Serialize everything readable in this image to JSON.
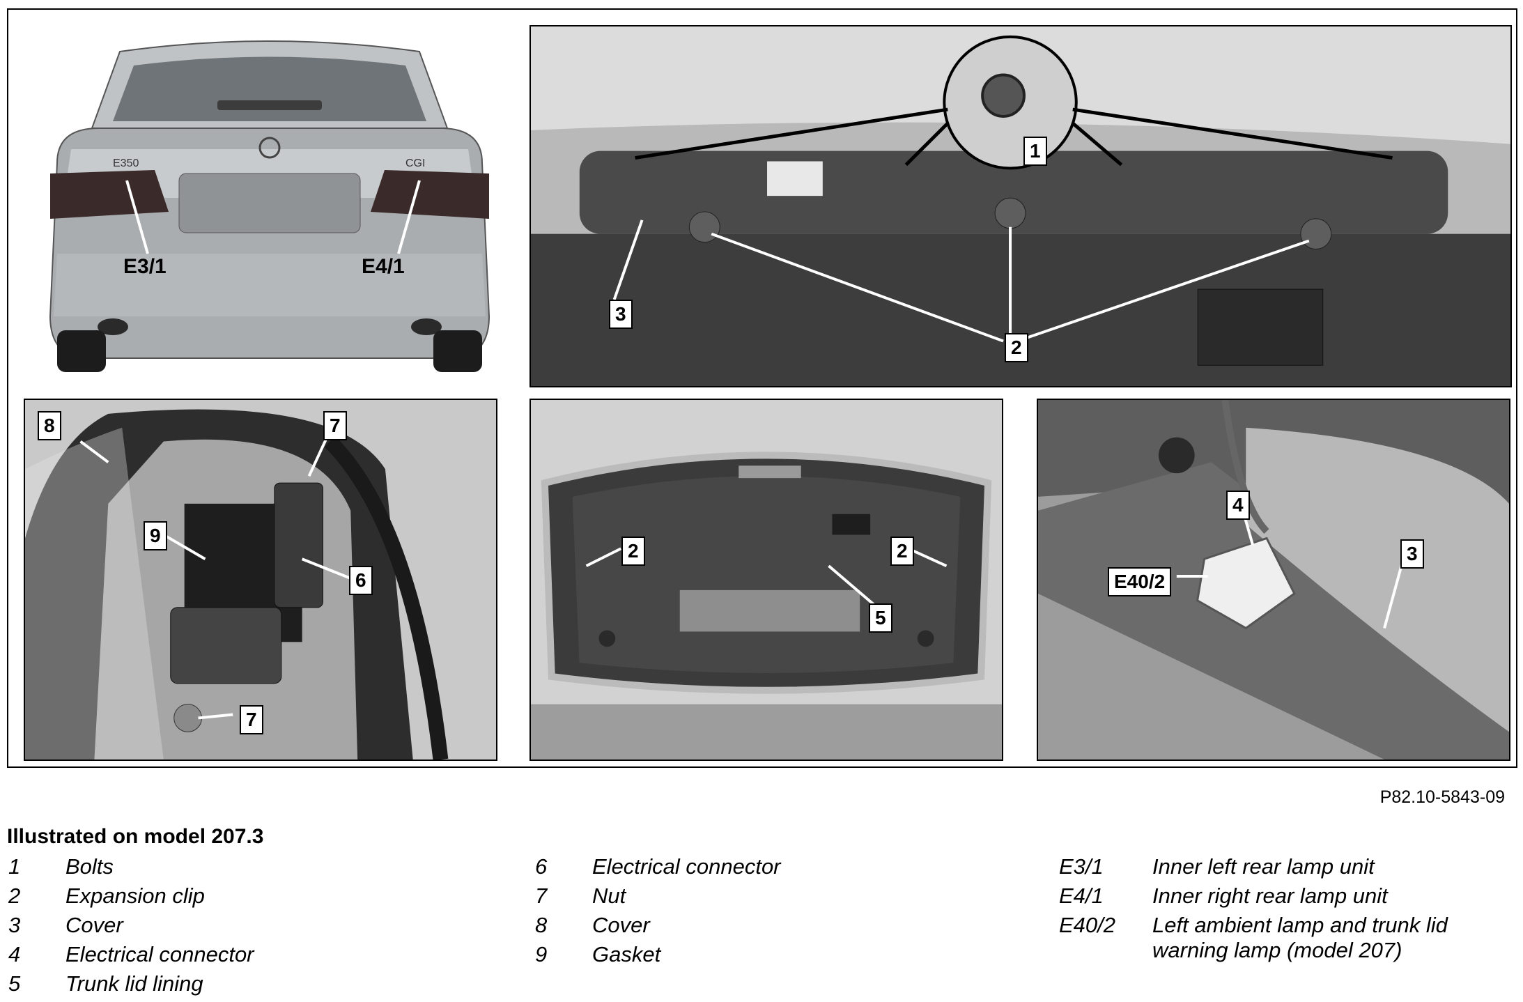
{
  "figure": {
    "id": "P82.10-5843-09",
    "caption_title": "Illustrated on model 207.3"
  },
  "panels": {
    "rear_view": {
      "callouts": [
        "E3/1",
        "E4/1"
      ],
      "badges": [
        "E350",
        "CGI"
      ]
    },
    "trunk_lid_inner": {
      "callouts": [
        "1",
        "2",
        "3"
      ]
    },
    "lamp_connector": {
      "callouts": [
        "8",
        "7",
        "9",
        "6",
        "7"
      ]
    },
    "trunk_open": {
      "callouts": [
        "2",
        "2",
        "5"
      ]
    },
    "ambient_lamp": {
      "callouts": [
        "4",
        "E40/2",
        "3"
      ]
    }
  },
  "legend": {
    "col1": [
      {
        "num": "1",
        "text": "Bolts"
      },
      {
        "num": "2",
        "text": "Expansion clip"
      },
      {
        "num": "3",
        "text": "Cover"
      },
      {
        "num": "4",
        "text": "Electrical connector"
      },
      {
        "num": "5",
        "text": "Trunk lid lining"
      }
    ],
    "col2": [
      {
        "num": "6",
        "text": "Electrical connector"
      },
      {
        "num": "7",
        "text": "Nut"
      },
      {
        "num": "8",
        "text": "Cover"
      },
      {
        "num": "9",
        "text": "Gasket"
      }
    ],
    "col3": [
      {
        "num": "E3/1",
        "text": "Inner left rear lamp unit"
      },
      {
        "num": "E4/1",
        "text": "Inner right rear lamp unit"
      },
      {
        "num": "E40/2",
        "text": "Left ambient lamp and trunk lid",
        "text2": "warning lamp (model 207)"
      }
    ]
  }
}
